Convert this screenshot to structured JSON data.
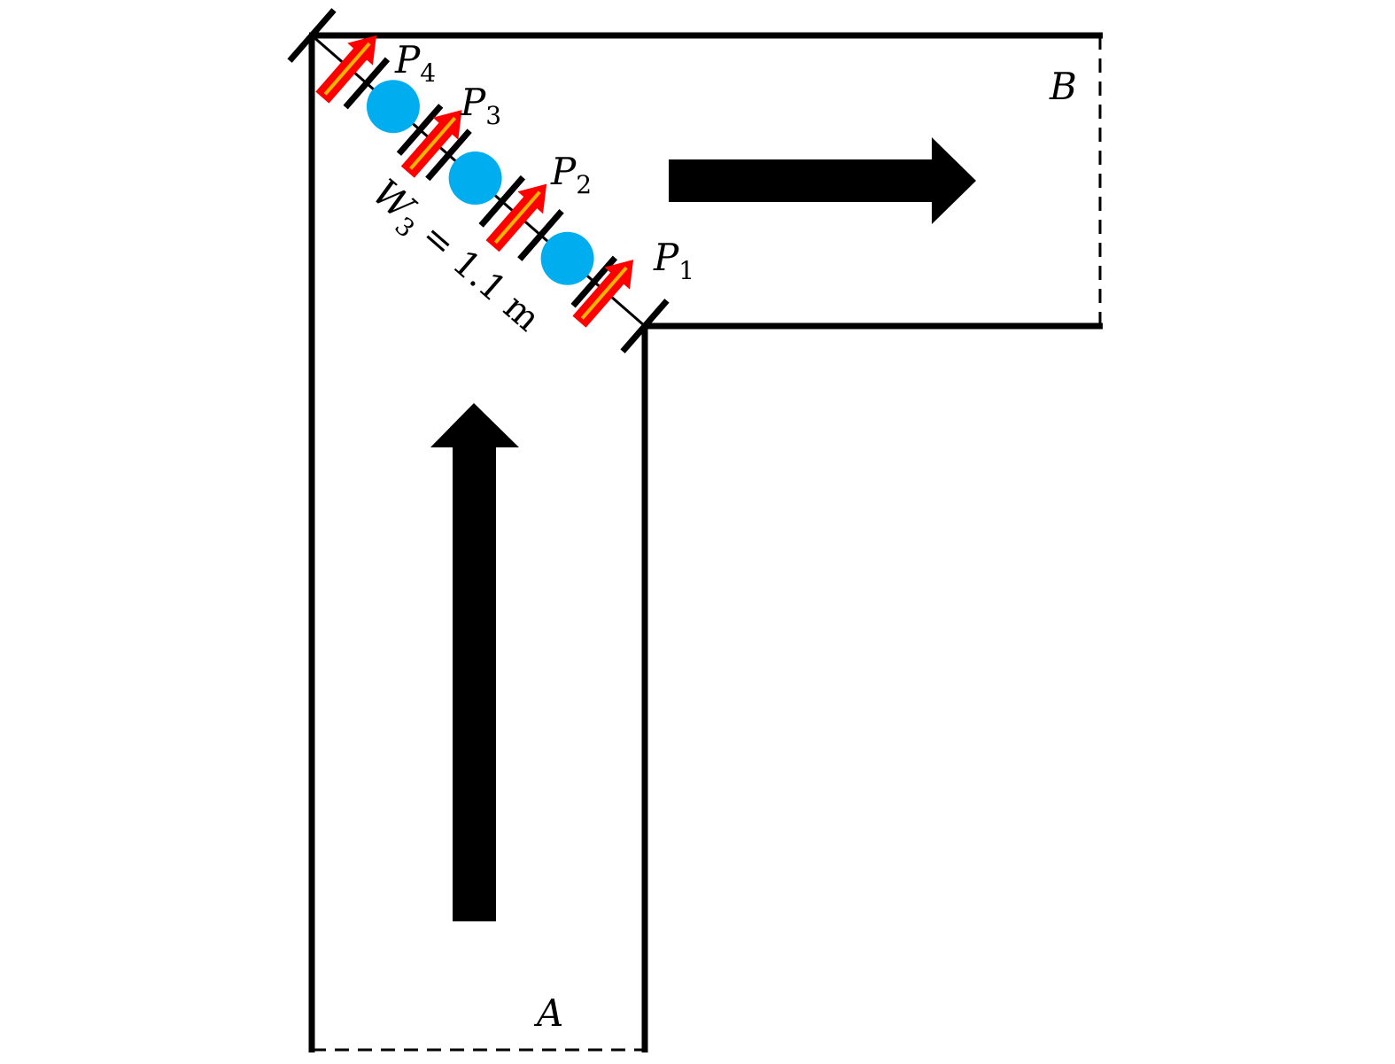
{
  "labels": {
    "A": "A",
    "B": "B",
    "P": [
      {
        "main": "P",
        "sub": "1"
      },
      {
        "main": "P",
        "sub": "2"
      },
      {
        "main": "P",
        "sub": "3"
      },
      {
        "main": "P",
        "sub": "4"
      }
    ],
    "width": {
      "main": "W",
      "sub": "3",
      "rest": " = 1.1 m"
    }
  },
  "colors": {
    "wall": "#000000",
    "pedestrian": "#00aeef",
    "arrow_fill": "#ff0000",
    "arrow_core": "#f7b500"
  }
}
